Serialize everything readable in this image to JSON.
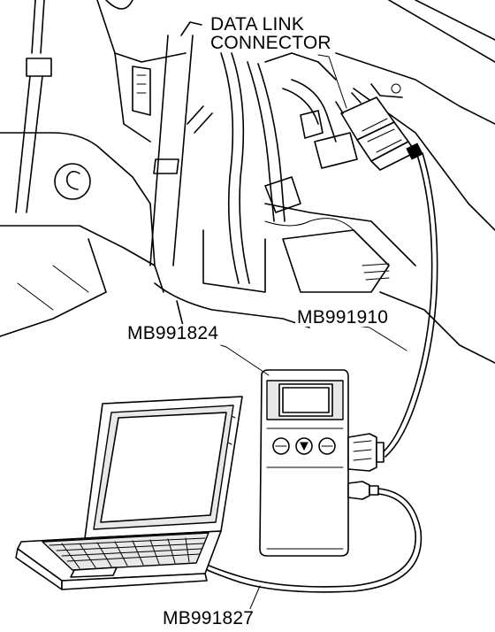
{
  "labels": {
    "data_link_connector_line1": "DATA LINK",
    "data_link_connector_line2": "CONNECTOR",
    "mb991824": "MB991824",
    "mb991910": "MB991910",
    "mb991827": "MB991827"
  }
}
